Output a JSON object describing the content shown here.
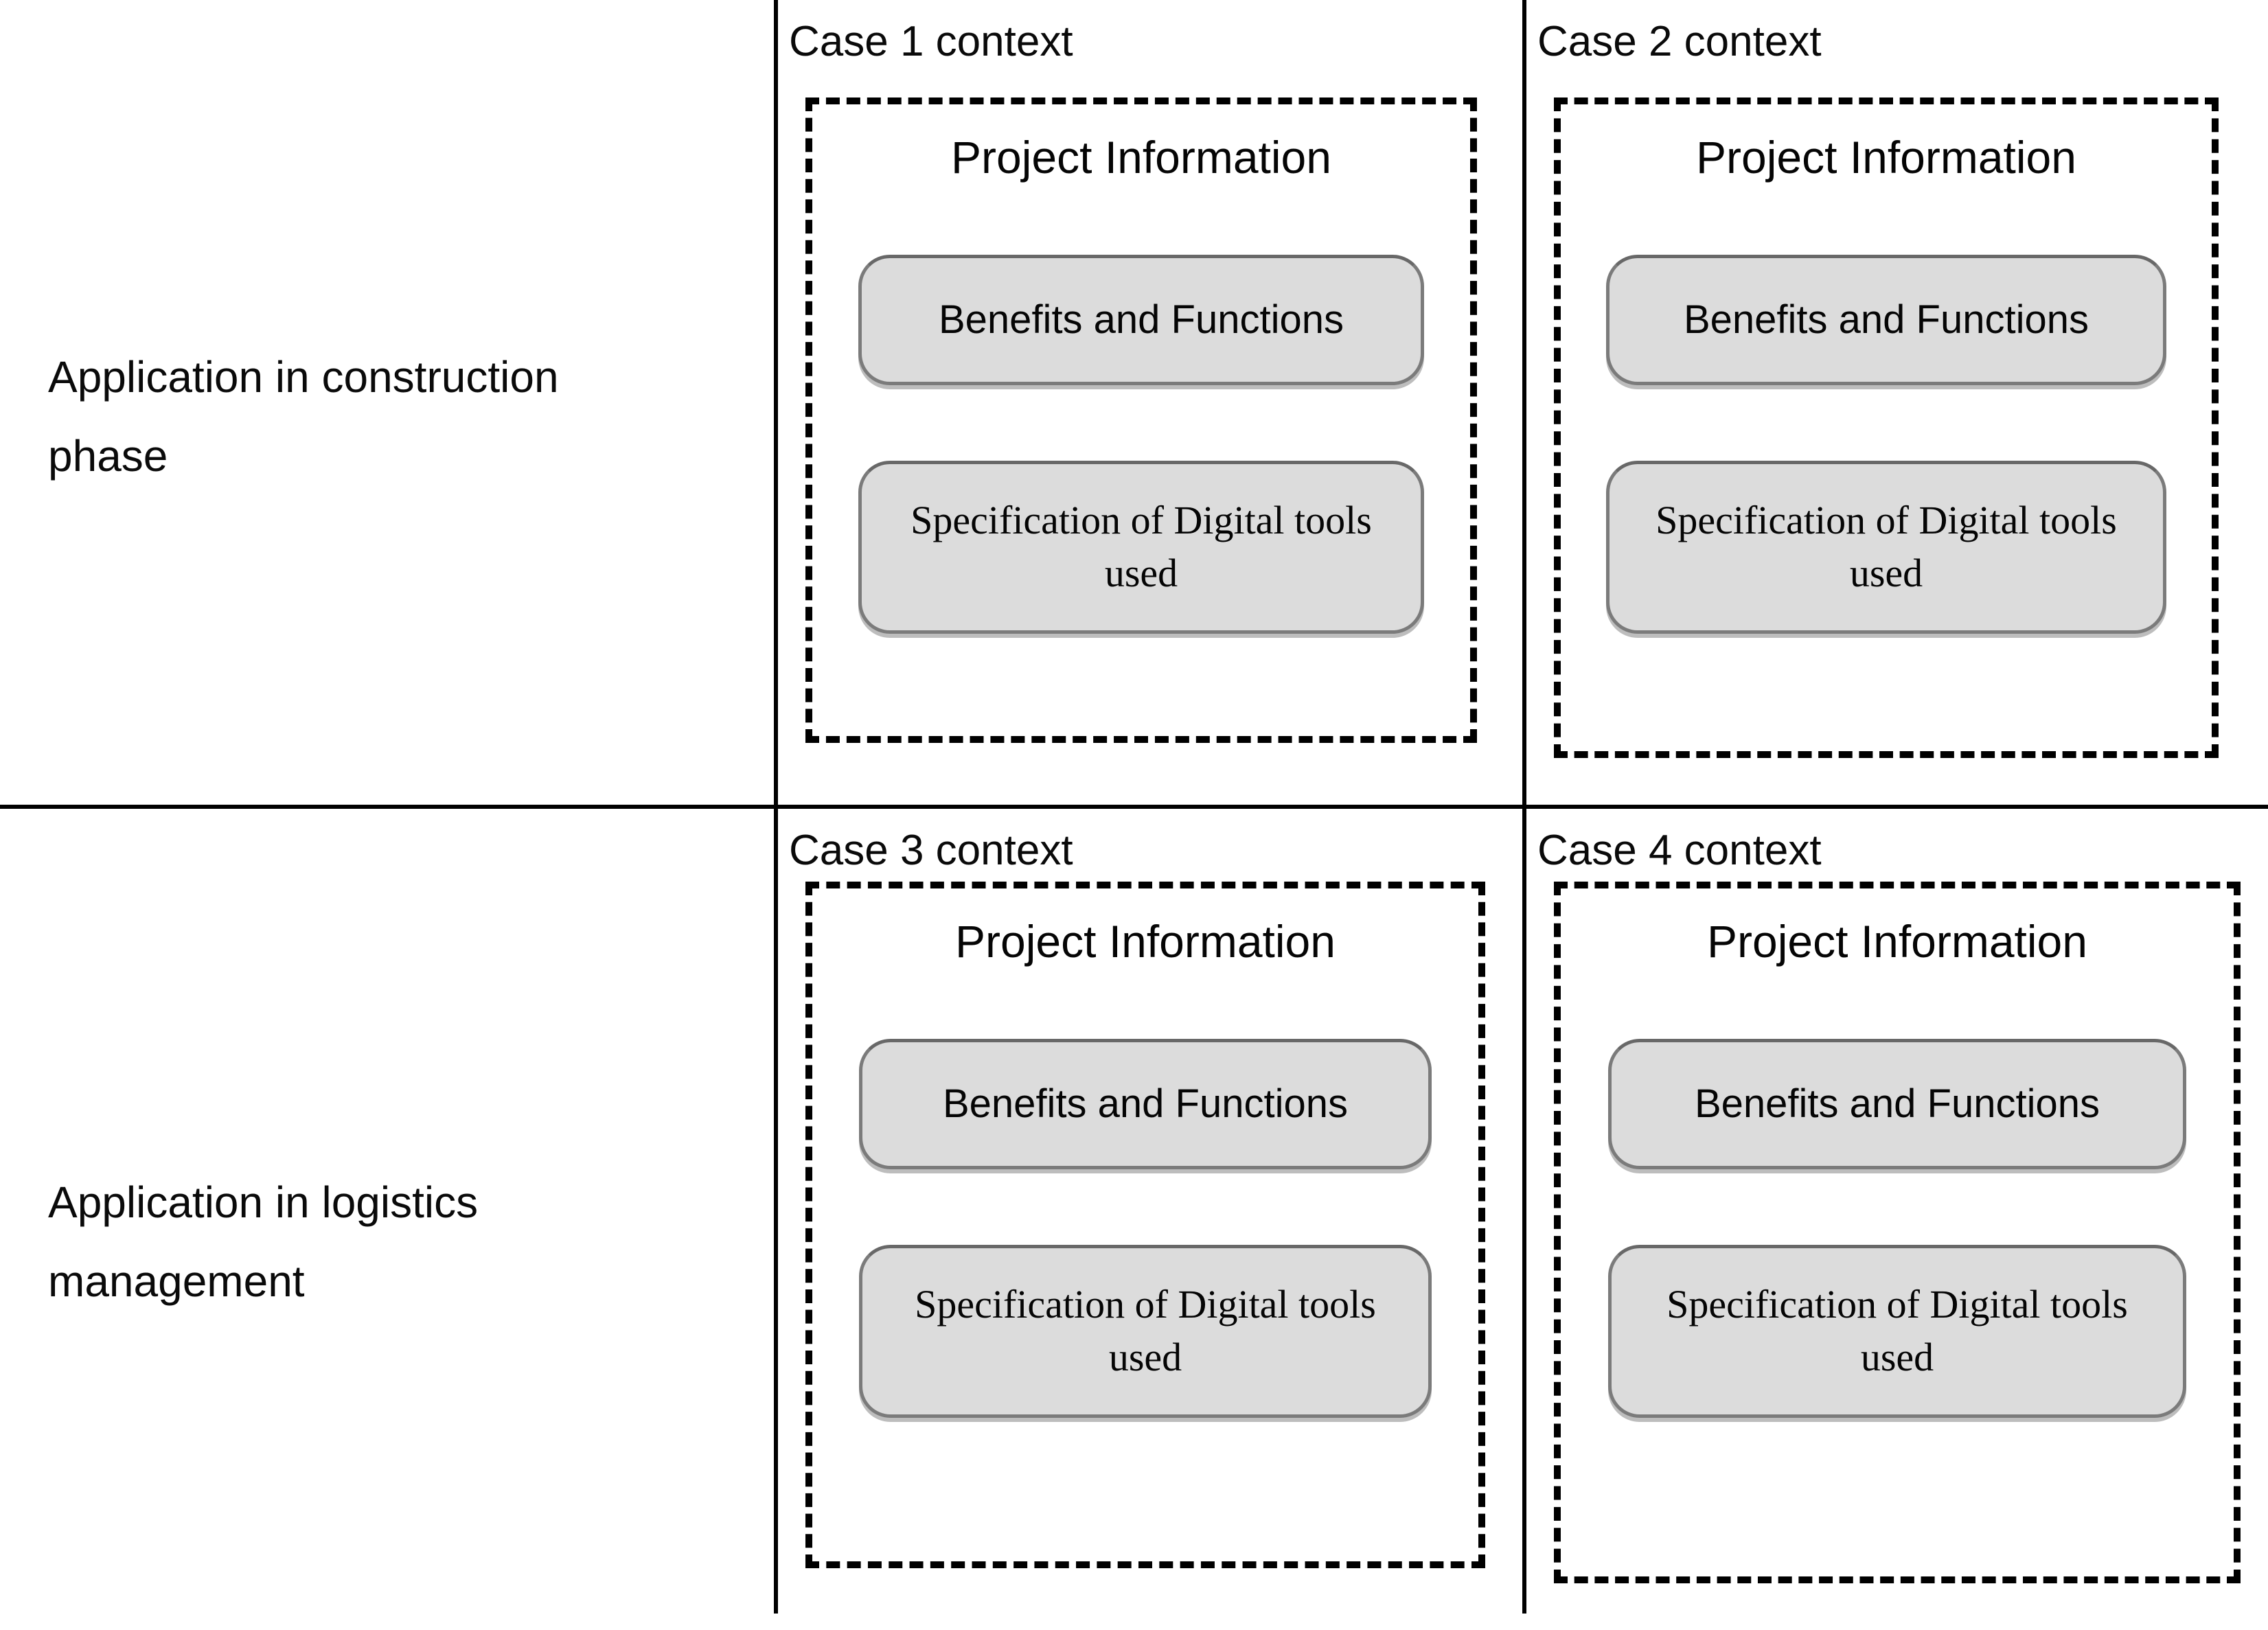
{
  "diagram": {
    "rows": [
      {
        "label": "Application in construction phase",
        "cases": [
          {
            "title": "Case 1 context",
            "project_info": "Project Information",
            "benefits": "Benefits and Functions",
            "tools": "Specification of Digital tools used"
          },
          {
            "title": "Case 2 context",
            "project_info": "Project Information",
            "benefits": "Benefits and Functions",
            "tools": "Specification of Digital tools used"
          }
        ]
      },
      {
        "label": "Application in logistics management",
        "cases": [
          {
            "title": "Case 3 context",
            "project_info": "Project Information",
            "benefits": "Benefits and Functions",
            "tools": "Specification of Digital tools used"
          },
          {
            "title": "Case 4 context",
            "project_info": "Project Information",
            "benefits": "Benefits and Functions",
            "tools": "Specification of Digital tools used"
          }
        ]
      }
    ],
    "colors": {
      "background": "#ffffff",
      "line_color": "#000000",
      "dashed_border_color": "#000000",
      "pill_fill": "#dcdcdc",
      "pill_border": "#7b7b7b",
      "text_color": "#0a0a0a"
    }
  }
}
